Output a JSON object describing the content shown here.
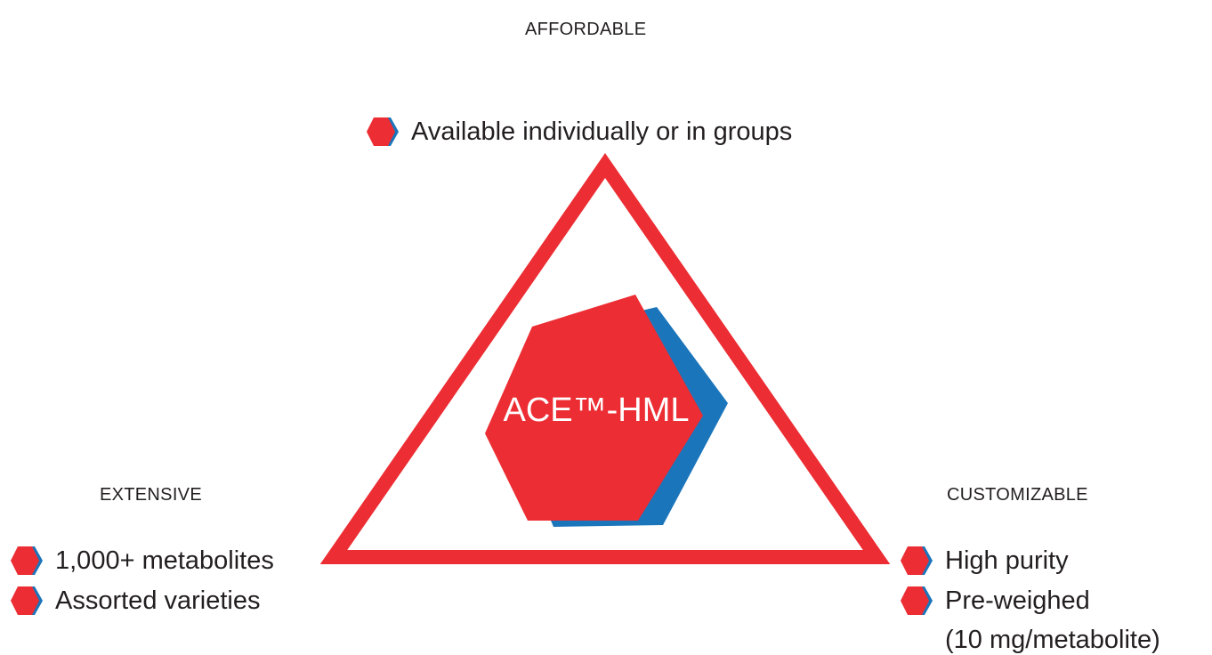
{
  "corners": {
    "top": {
      "heading": "AFFORDABLE",
      "items": [
        "Available individually or in groups"
      ]
    },
    "left": {
      "heading": "EXTENSIVE",
      "items": [
        "1,000+ metabolites",
        "Assorted varieties"
      ]
    },
    "right": {
      "heading": "CUSTOMIZABLE",
      "items": [
        "High purity",
        "Pre-weighed"
      ],
      "item_continuation": "(10 mg/metabolite)"
    }
  },
  "center": {
    "label": "ACE™-HML"
  },
  "colors": {
    "red": "#ec2d33",
    "blue": "#1b75bb",
    "text": "#231f20"
  },
  "icons": {
    "bullet": "hexagon-bullet-icon",
    "center": "hexagon-icon"
  }
}
